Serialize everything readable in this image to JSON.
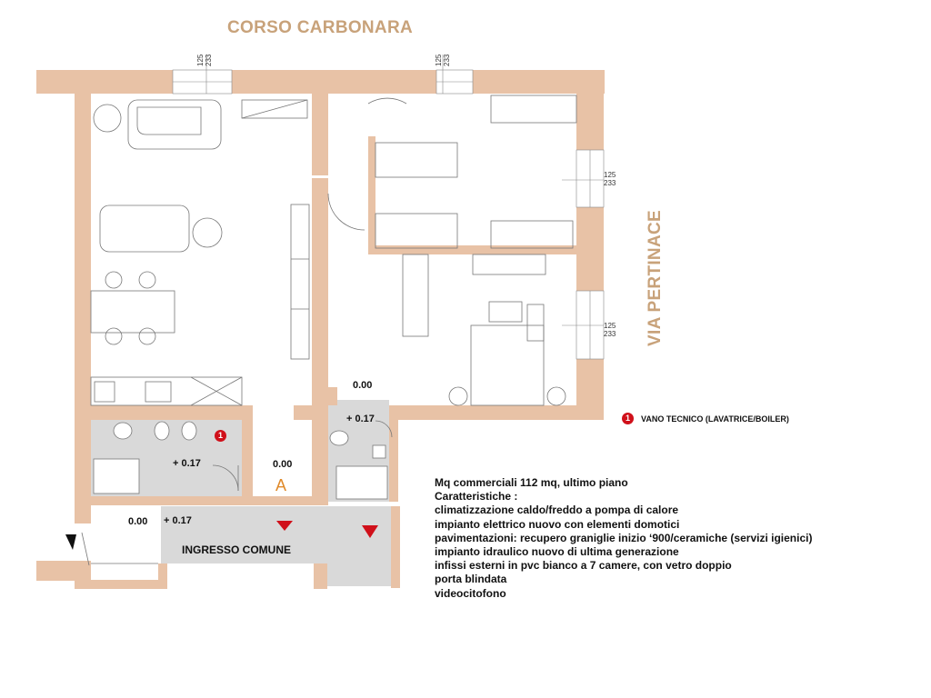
{
  "streets": {
    "top": "CORSO CARBONARA",
    "right": "VIA PERTINACE"
  },
  "window_dims": [
    {
      "w": "125",
      "h": "233"
    },
    {
      "w": "125",
      "h": "233"
    },
    {
      "w": "125",
      "h": "233"
    },
    {
      "w": "125",
      "h": "233"
    }
  ],
  "levels": {
    "bath_small": "0.00",
    "bath_small_plus": "+ 0.17",
    "bath_main_plus": "+ 0.17",
    "corridor": "0.00",
    "corridor_letter": "A",
    "entrance_zero": "0.00",
    "entrance_plus": "+ 0.17"
  },
  "rooms": {
    "entrance": "INGRESSO COMUNE"
  },
  "legend": {
    "marker": "1",
    "label": "VANO TECNICO (LAVATRICE/BOILER)"
  },
  "features": {
    "lines": [
      "Mq commerciali 112 mq, ultimo piano",
      "Caratteristiche :",
      "climatizzazione caldo/freddo a pompa di calore",
      "impianto elettrico nuovo con elementi domotici",
      "pavimentazioni: recupero graniglie inizio ‘900/ceramiche (servizi igienici)",
      "impianto idraulico nuovo di ultima generazione",
      "infissi esterni in pvc bianco a 7 camere, con vetro doppio",
      "porta blindata",
      "videocitofono"
    ]
  },
  "colors": {
    "wall": "#e8c2a6",
    "floor_grey": "#d9d9d9",
    "street_text": "#c8a27a",
    "marker_red": "#d0101a",
    "letter_orange": "#e08a2a"
  }
}
